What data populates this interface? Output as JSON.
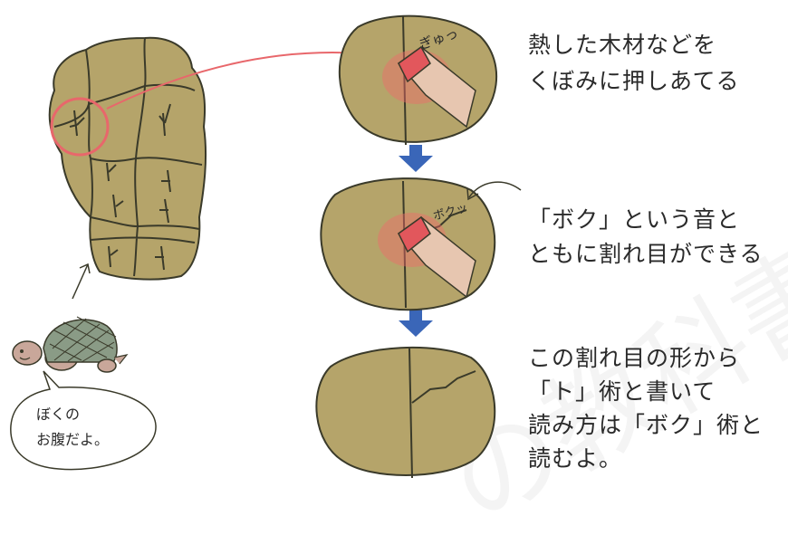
{
  "colors": {
    "shell": "#b5a46a",
    "shell_outline": "#3a3a2a",
    "heat": "#f06a6a",
    "arrow_blue": "#3a66b8",
    "turtle_shell": "#8a9b86",
    "turtle_body": "#c9a79a"
  },
  "step1": {
    "line1": "熱した木材などを",
    "line2": "くぼみに押しあてる",
    "sfx": "ぎゅっ"
  },
  "step2": {
    "line1": "「ボク」という音と",
    "line2": "ともに割れ目ができる",
    "sfx": "ボクッ"
  },
  "step3": {
    "line1": "この割れ目の形から",
    "line2": "「ト」術と書いて",
    "line3": "読み方は「ボク」術と",
    "line4": "読むよ。"
  },
  "bubble": {
    "line1": "ぼくの",
    "line2": "お腹だよ。"
  },
  "watermark": "の教科書"
}
